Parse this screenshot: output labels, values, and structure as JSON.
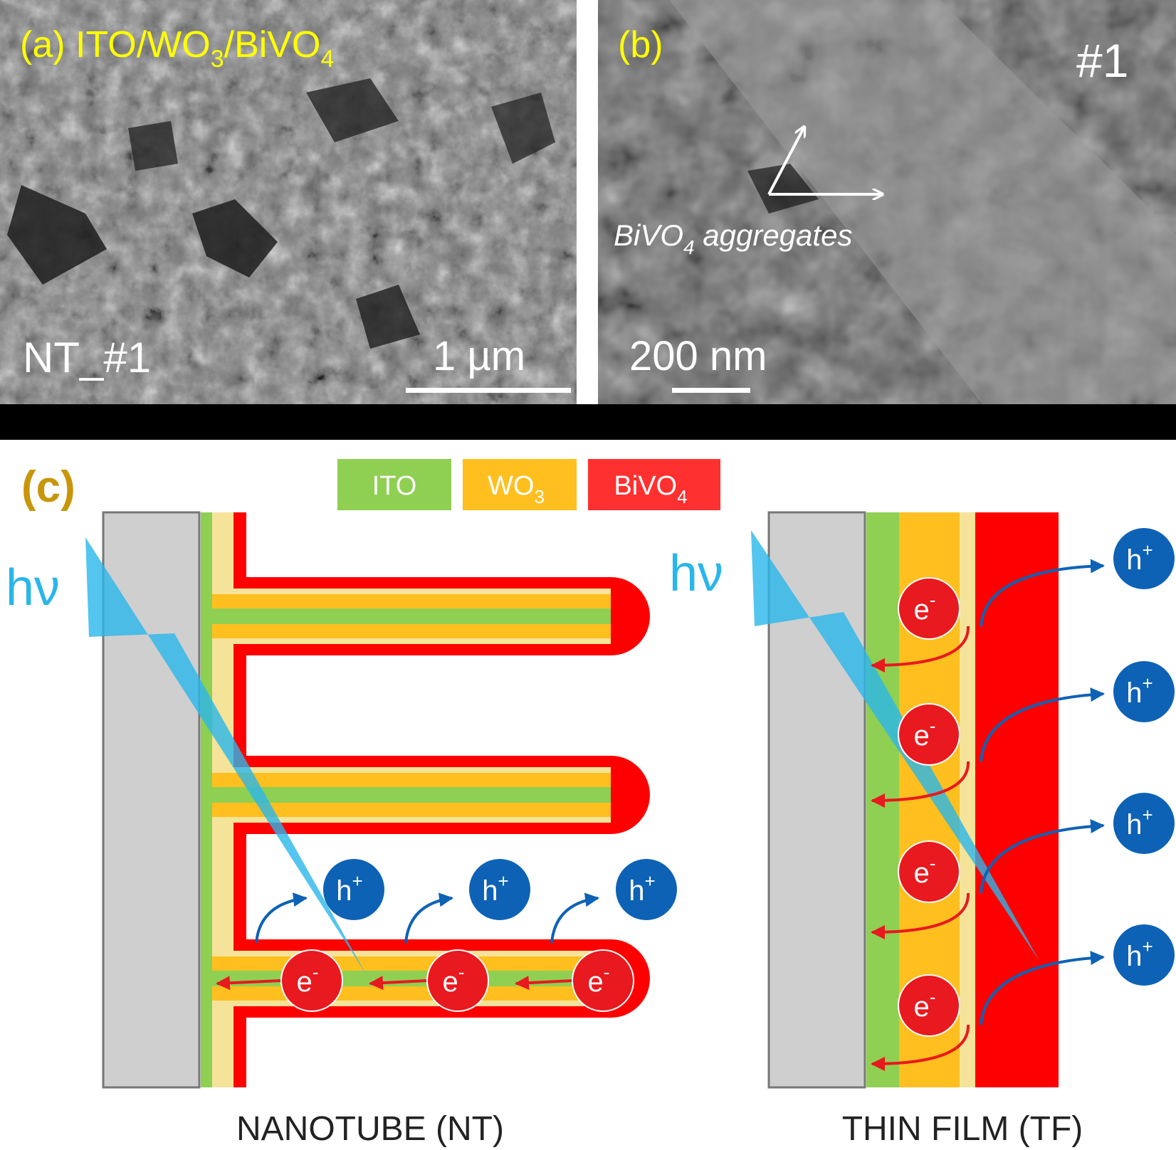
{
  "panel_a": {
    "label": "(a) ITO/WO",
    "sub1": "3",
    "mid": "/BiVO",
    "sub2": "4",
    "sample": "NT_#1",
    "scale": "1 µm"
  },
  "panel_b": {
    "label": "(b)",
    "sample": "#1",
    "annot_main": "BiVO",
    "annot_sub": "4",
    "annot_rest": " aggregates",
    "scale": "200 nm"
  },
  "panel_c": {
    "label": "(c)",
    "legend": {
      "ito": "ITO",
      "wo3_main": "WO",
      "wo3_sub": "3",
      "bivo4_main": "BiVO",
      "bivo4_sub": "4"
    },
    "hv": "hν",
    "hole_main": "h",
    "hole_sup": "+",
    "electron_main": "e",
    "electron_sup": "-",
    "nt_caption": "NANOTUBE (NT)",
    "tf_caption": "THIN FILM (TF)"
  },
  "colors": {
    "ito": "#8fcf52",
    "wo3": "#ffbf1f",
    "bivo4": "#ff0000",
    "thin_layer": "#f5e39a",
    "substrate": "#cfcfcf",
    "light": "#29b6ea",
    "hole": "#0d62b5",
    "electron": "#e8191f",
    "sem_label": "#ffff00",
    "panel_c_label": "#c8960a"
  }
}
